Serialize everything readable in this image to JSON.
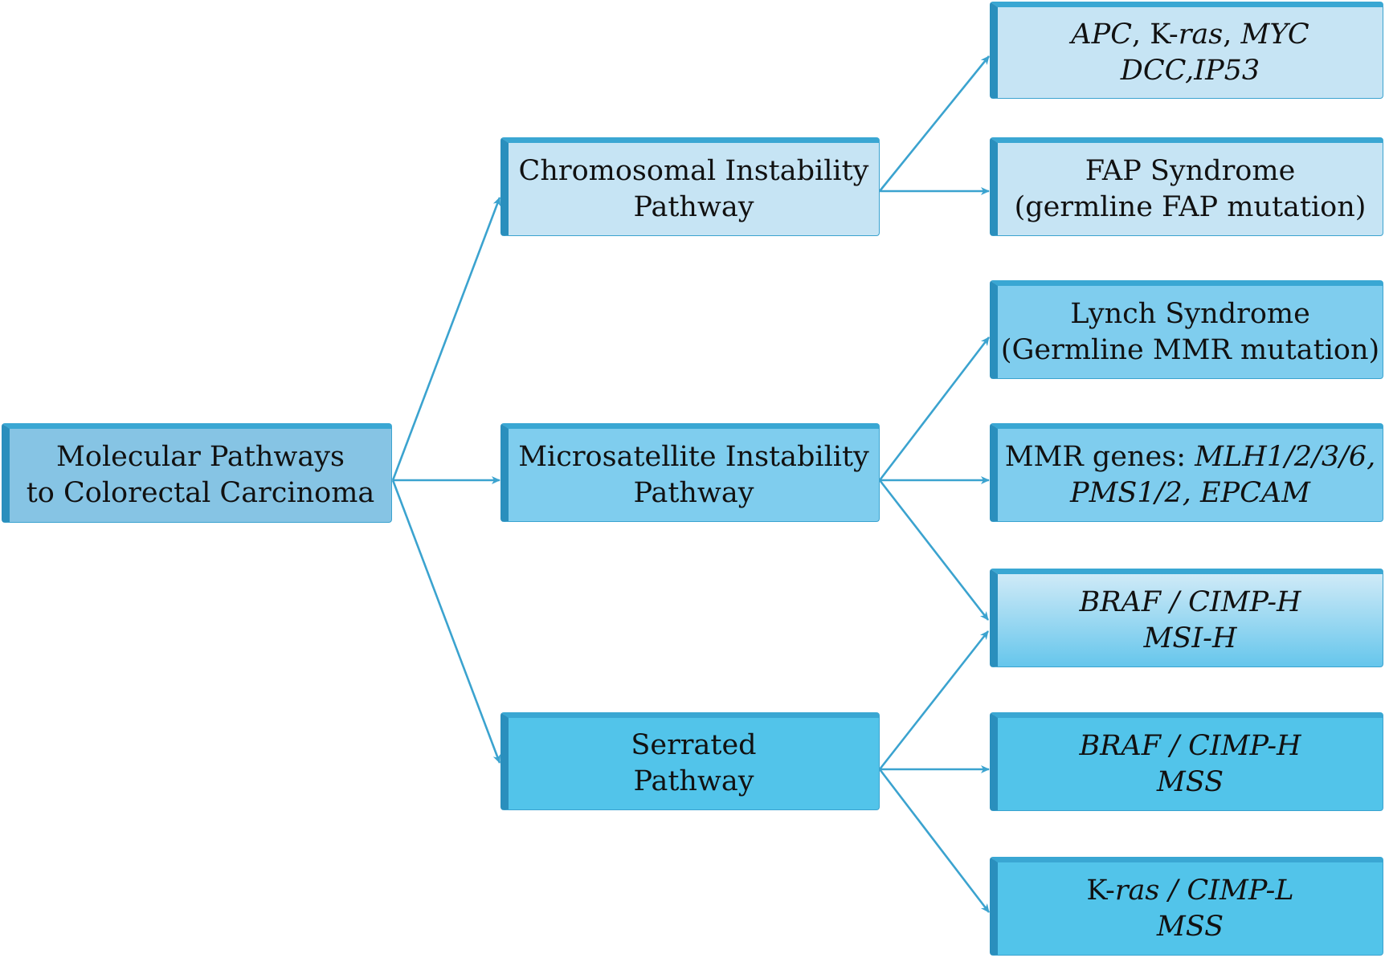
{
  "root": {
    "line1": "Molecular Pathways",
    "line2": "to Colorectal Carcinoma"
  },
  "pathways": {
    "cin": {
      "line1": "Chromosomal Instability",
      "line2": "Pathway"
    },
    "msi": {
      "line1": "Microsatellite Instability",
      "line2": "Pathway"
    },
    "serrated": {
      "line1": "Serrated",
      "line2": "Pathway"
    }
  },
  "outcomes": {
    "cin_genes": {
      "apc": "APC",
      "comma1": ", ",
      "k": "K-",
      "ras": "ras",
      "comma2": ", ",
      "myc": "MYC",
      "line2": "DCC,IP53"
    },
    "fap": {
      "line1": "FAP Syndrome",
      "line2": "(germline FAP mutation)"
    },
    "lynch": {
      "line1": "Lynch Syndrome",
      "line2": "(Germline MMR mutation)"
    },
    "mmr_genes": {
      "prefix": "MMR genes: ",
      "genes1": "MLH1/2/3/6,",
      "line2": "PMS1/2, EPCAM"
    },
    "braf_msih": {
      "line1": "BRAF / CIMP-H",
      "line2": "MSI-H"
    },
    "braf_mss": {
      "line1": "BRAF / CIMP-H",
      "line2": "MSS"
    },
    "kras_mss": {
      "k": "K-",
      "ras": "ras",
      "rest": " / CIMP-L",
      "line2": "MSS"
    }
  },
  "colors": {
    "arrow": "#3ba3cf",
    "root_fill": "#86c4e4",
    "cin_fill": "#c6e4f4",
    "msi_fill": "#7fcdee",
    "serrated_fill": "#52c4ea"
  }
}
